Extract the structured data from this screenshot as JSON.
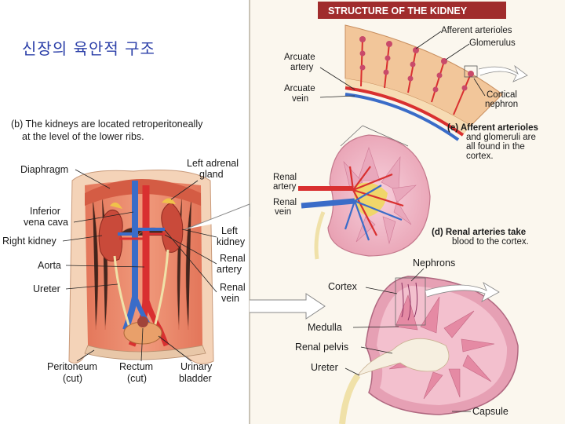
{
  "title": "신장의 육안적 구조",
  "panel_header": "STRUCTURE OF THE KIDNEY",
  "panel_b": {
    "caption_line1": "(b) The kidneys are located retroperitoneally",
    "caption_line2": "at the level of the lower ribs.",
    "labels": {
      "diaphragm": "Diaphragm",
      "ivc_1": "Inferior",
      "ivc_2": "vena cava",
      "right_kidney": "Right kidney",
      "aorta": "Aorta",
      "ureter": "Ureter",
      "left_adrenal_1": "Left adrenal",
      "left_adrenal_2": "gland",
      "left_kidney_1": "Left",
      "left_kidney_2": "kidney",
      "renal_artery_1": "Renal",
      "renal_artery_2": "artery",
      "renal_vein_1": "Renal",
      "renal_vein_2": "vein",
      "peritoneum_1": "Peritoneum",
      "peritoneum_2": "(cut)",
      "rectum_1": "Rectum",
      "rectum_2": "(cut)",
      "bladder_1": "Urinary",
      "bladder_2": "bladder"
    }
  },
  "panel_e": {
    "afferent_arterioles": "Afferent arterioles",
    "glomerulus": "Glomerulus",
    "arcuate_artery_1": "Arcuate",
    "arcuate_artery_2": "artery",
    "arcuate_vein_1": "Arcuate",
    "arcuate_vein_2": "vein",
    "cortical_nephron_1": "Cortical",
    "cortical_nephron_2": "nephron",
    "caption_1": "(e) Afferent arterioles",
    "caption_2": "and glomeruli are",
    "caption_3": "all found in the",
    "caption_4": "cortex."
  },
  "panel_d": {
    "renal_artery_1": "Renal",
    "renal_artery_2": "artery",
    "renal_vein_1": "Renal",
    "renal_vein_2": "vein",
    "caption_1": "(d) Renal arteries take",
    "caption_2": "blood to the cortex."
  },
  "panel_c": {
    "nephrons": "Nephrons",
    "cortex": "Cortex",
    "medulla": "Medulla",
    "renal_pelvis": "Renal pelvis",
    "ureter": "Ureter",
    "capsule": "Capsule"
  },
  "colors": {
    "title": "#2b3fa8",
    "header_bg": "#a02c2c",
    "tissue": "#e58a6a",
    "kidney": "#f2b8c6",
    "artery": "#d93030",
    "vein": "#3a6cc8",
    "fat": "#f0d66a"
  }
}
